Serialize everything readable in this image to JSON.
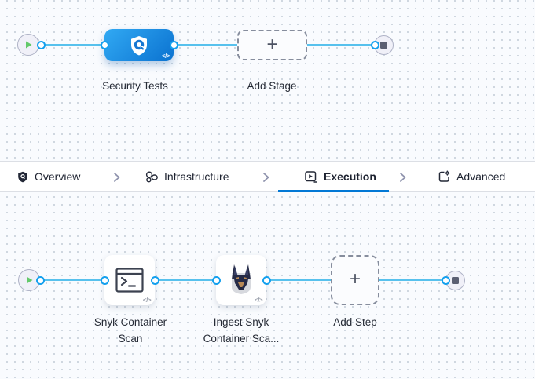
{
  "icons": {
    "plus": "+",
    "code": "</>"
  },
  "stage_flow": {
    "node_label": "Security Tests",
    "add_stage_label": "Add Stage"
  },
  "tabs": {
    "items": [
      {
        "label": "Overview",
        "icon": "shield-icon",
        "selected": false
      },
      {
        "label": "Infrastructure",
        "icon": "hexagons-cluster-icon",
        "selected": false
      },
      {
        "label": "Execution",
        "icon": "play-box-icon",
        "selected": true
      },
      {
        "label": "Advanced",
        "icon": "box-gear-icon",
        "selected": false
      }
    ]
  },
  "step_flow": {
    "steps": [
      {
        "label": "Snyk Container Scan",
        "icon": "terminal-icon"
      },
      {
        "label": "Ingest Snyk Container Sca...",
        "icon": "snyk-doberman-icon"
      }
    ],
    "add_step_label": "Add Step"
  },
  "colors": {
    "accent": "#0278d5",
    "connector": "#57c1ed",
    "node_blue_start": "#31a9f3",
    "node_blue_end": "#0b72d0",
    "play_green": "#63c96a",
    "stop_slate": "#5b5f72"
  }
}
